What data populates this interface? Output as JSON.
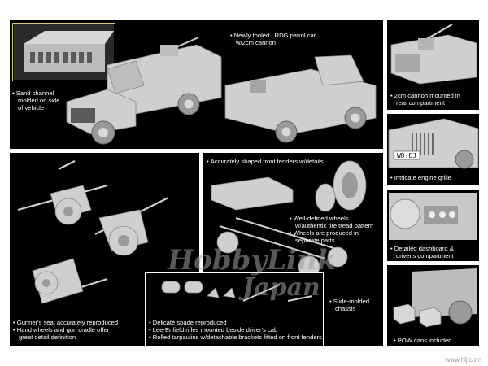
{
  "captions": {
    "patrol_car": [
      "Newly tooled LRDG patrol car",
      "w/2cm cannon"
    ],
    "sand_channel": [
      "Sand channel",
      "molded on side",
      "of vehicle"
    ],
    "cannon_rear": [
      "2cm cannon mounted in",
      "rear compartment"
    ],
    "engine_grille": [
      "Intricate engine grille"
    ],
    "dashboard": [
      "Detailed dashboard &",
      "driver's compartment"
    ],
    "pow_cans": [
      "POW cans included"
    ],
    "gunner_seat": [
      "Gunner's seat accurately reproduced",
      "Hand wheels and gun cradle offer",
      "great detail definition"
    ],
    "fenders": [
      "Accurately shaped front fenders w/details"
    ],
    "wheels": [
      "Well-defined wheels",
      "w/authentic tire tread pattern",
      "Wheels are produced in",
      "separate parts"
    ],
    "chassis": [
      "Slide-molded",
      "chassis"
    ],
    "accessories": [
      "Delicate spade reproduced",
      "Lee-Enfield rifles mounted beside driver's cab",
      "Rolled tarpaulins w/detachable brackets fitted on front fenders"
    ]
  },
  "plate_text": "WD-EJ",
  "watermark": {
    "brand": "HobbyLink",
    "sub": "Japan",
    "url": "www.hlj.com"
  },
  "colors": {
    "panel": "#000000",
    "inset_border": "#d8c968",
    "model_grey": "#cfcfcf",
    "caption": "#ffffff"
  }
}
